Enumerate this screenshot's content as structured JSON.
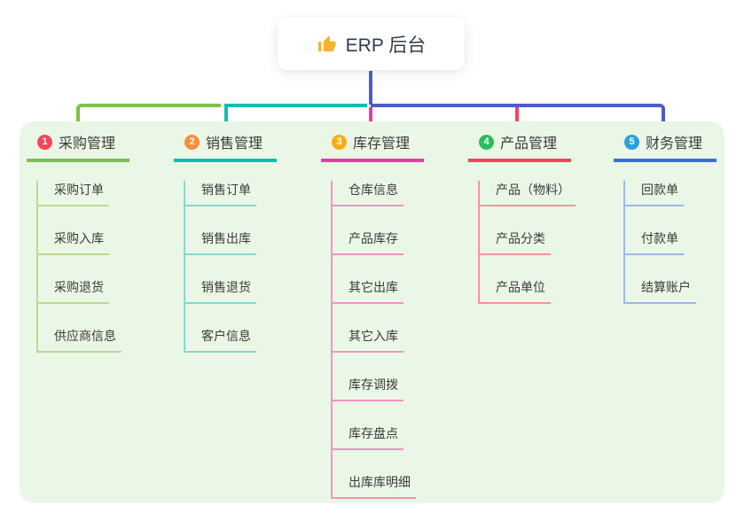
{
  "root": {
    "label": "ERP 后台",
    "icon": "thumbs-up-icon"
  },
  "branches": [
    {
      "index": "1",
      "title": "采购管理",
      "color": "#7fbf4b",
      "light_color": "#b9dc94",
      "badge_color": "#f5455c",
      "children": [
        "采购订单",
        "采购入库",
        "采购退货",
        "供应商信息"
      ]
    },
    {
      "index": "2",
      "title": "销售管理",
      "color": "#0dbfae",
      "light_color": "#82d8cd",
      "badge_color": "#fb8c3f",
      "children": [
        "销售订单",
        "销售出库",
        "销售退货",
        "客户信息"
      ]
    },
    {
      "index": "3",
      "title": "库存管理",
      "color": "#e73c9f",
      "light_color": "#f392c7",
      "badge_color": "#fbac18",
      "children": [
        "仓库信息",
        "产品库存",
        "其它出库",
        "其它入库",
        "库存调拨",
        "库存盘点",
        "出库库明细"
      ]
    },
    {
      "index": "4",
      "title": "产品管理",
      "color": "#f5455c",
      "light_color": "#f7939c",
      "badge_color": "#2dbd5c",
      "children": [
        "产品（物料）",
        "产品分类",
        "产品单位"
      ]
    },
    {
      "index": "5",
      "title": "财务管理",
      "color": "#3d6ce2",
      "light_color": "#9fb6ec",
      "badge_color": "#2d9fe0",
      "children": [
        "回款单",
        "付款单",
        "结算账户"
      ]
    }
  ],
  "colors": {
    "trunk": "#4a5cc8",
    "thumb_icon": "#f5b22b",
    "panel_bg": "#ebf7e6",
    "page_bg": "#ffffff",
    "text": "#3b3b3b"
  }
}
